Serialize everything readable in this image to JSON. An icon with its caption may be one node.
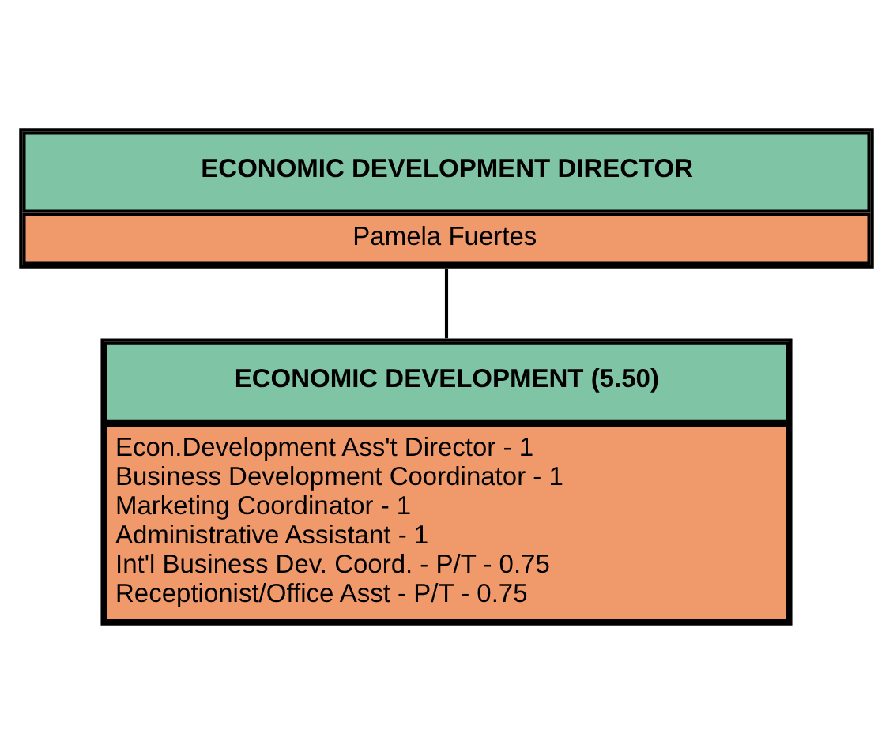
{
  "diagram": {
    "nodes": [
      {
        "text": [
          "ECONOMIC DEVELOPMENT DIRECTOR",
          "Pamela Fuertes"
        ]
      },
      {
        "text": [
          "ECONOMIC DEVELOPMENT (5.50)",
          "Econ.Development Ass't Director - 1",
          "Business Development Coordinator - 1",
          "Marketing Coordinator - 1",
          "Administrative Assistant - 1",
          "Int'l Business Dev. Coord. - P/T - 0.75",
          "Receptionist/Office Asst - P/T - 0.75"
        ]
      }
    ],
    "edges": [
      {
        "from": 0,
        "to": 1,
        "arrow": "none"
      }
    ]
  }
}
